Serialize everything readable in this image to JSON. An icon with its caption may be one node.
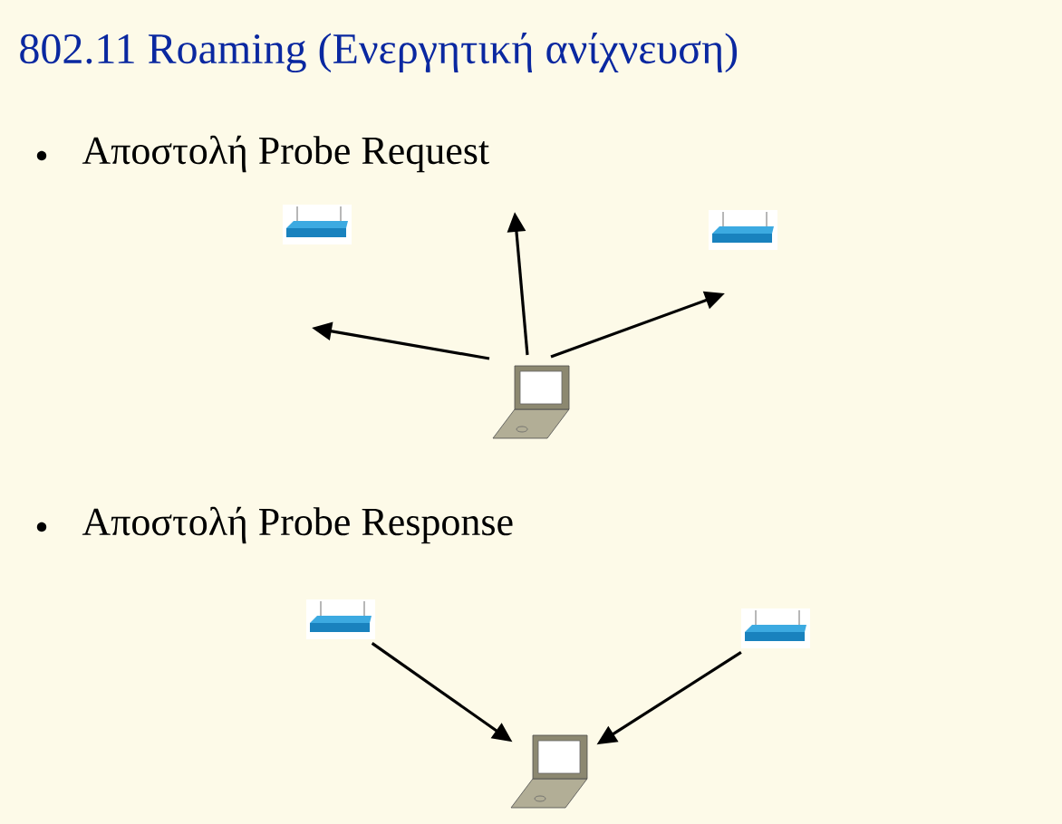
{
  "diagram": {
    "title": "802.11 Roaming (Ενεργητική ανίχνευση)",
    "nodes": [
      {
        "text": [],
        "shape": "router"
      },
      {
        "text": [],
        "shape": "router"
      },
      {
        "text": [],
        "shape": "laptop"
      },
      {
        "text": [],
        "shape": "router"
      },
      {
        "text": [],
        "shape": "router"
      },
      {
        "text": [],
        "shape": "laptop"
      }
    ],
    "edges": [
      {
        "from": 2,
        "to": null,
        "arrow": "to"
      },
      {
        "from": 2,
        "to": null,
        "arrow": "to"
      },
      {
        "from": 2,
        "to": null,
        "arrow": "to"
      },
      {
        "from": 3,
        "to": 5,
        "arrow": "to"
      },
      {
        "from": 4,
        "to": 5,
        "arrow": "to"
      }
    ],
    "labels": [
      "Αποστολή Probe Request",
      "Αποστολή Probe Response"
    ]
  }
}
